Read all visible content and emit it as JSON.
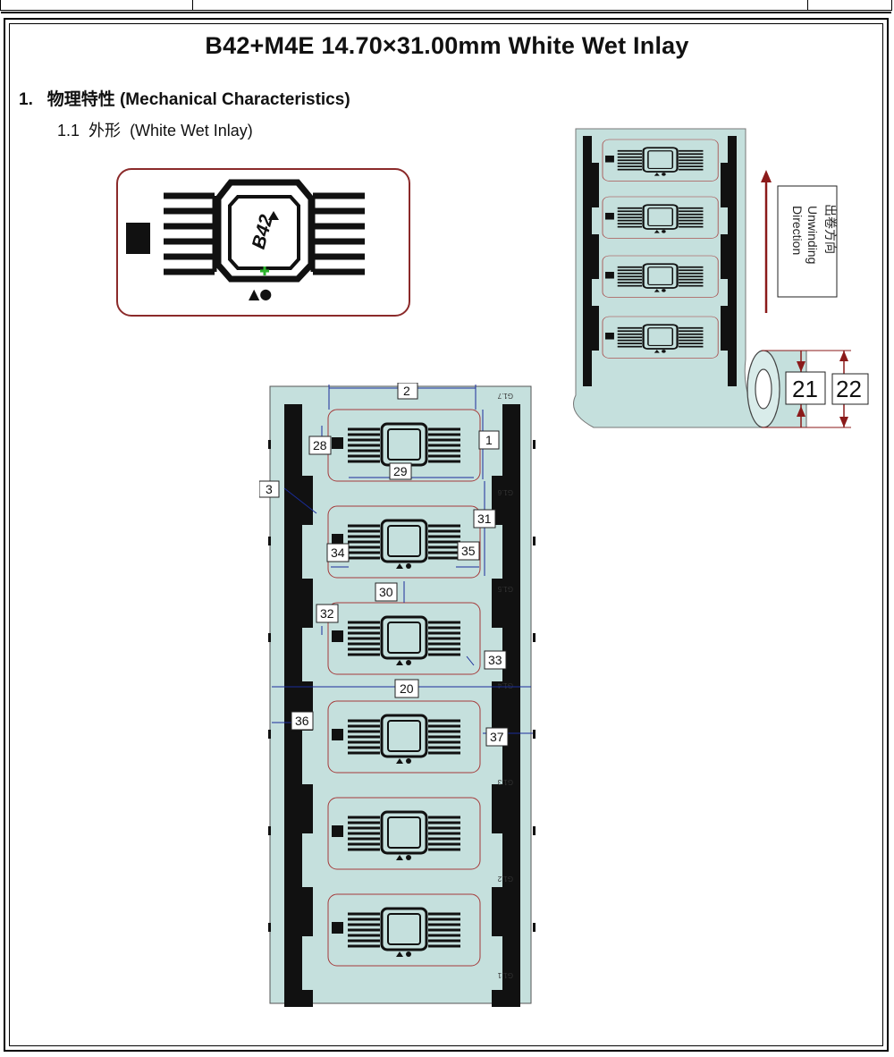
{
  "document": {
    "title": "B42+M4E 14.70×31.00mm White Wet Inlay",
    "section_number": "1.",
    "section_title": "物理特性 (Mechanical Characteristics)",
    "subsection_number": "1.1",
    "subsection_zh": "外形",
    "subsection_en": "(White Wet Inlay)"
  },
  "inlay_preview": {
    "chip_label": "B42",
    "symbols": "▲●"
  },
  "roll_view": {
    "unwinding_label_zh": "出卷方向",
    "unwinding_label_en_1": "Unwinding",
    "unwinding_label_en_2": "Direction",
    "dim_inner_core": "21",
    "dim_outer_diameter": "22"
  },
  "web_drawing": {
    "dimensions": {
      "pitch_width": "2",
      "label_height": "1",
      "chip_square": "28",
      "antenna_length": "29",
      "edge_offset": "3",
      "pitch": "31",
      "left_margin": "34",
      "right_margin": "35",
      "gap": "30",
      "top_margin": "32",
      "corner_radius": "33",
      "web_width": "20",
      "left_edge": "36",
      "right_edge": "37"
    },
    "edge_marks": [
      "G1.7",
      "G1.6",
      "G1.5",
      "G1.4",
      "G1.3",
      "G1.2",
      "G1.1"
    ]
  },
  "colors": {
    "web_fill": "#c5e0dd",
    "label_outline": "#a53a3a",
    "arrow_red": "#8b1a1a",
    "dim_blue": "#1a2d9a"
  }
}
